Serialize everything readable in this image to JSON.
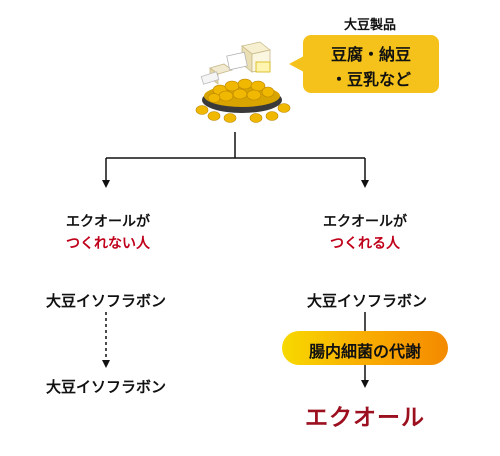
{
  "callout": {
    "title": "大豆製品",
    "line1": "豆腐・納豆",
    "line2": "・豆乳など",
    "color": "#f4c21a"
  },
  "left_branch": {
    "line1": "エクオールが",
    "line2": "つくれない人",
    "isoflavone_top": "大豆イソフラボン",
    "isoflavone_bottom": "大豆イソフラボン"
  },
  "right_branch": {
    "line1": "エクオールが",
    "line2": "つくれる人",
    "isoflavone_top": "大豆イソフラボン",
    "process": "腸内細菌の代謝",
    "result": "エクオール"
  },
  "colors": {
    "red_text": "#c0001a",
    "result_text": "#9b0f1e",
    "pill_gradient": [
      "#f7d900",
      "#f9b100",
      "#f48a00"
    ]
  },
  "icons": {
    "soybean": "soybean-bowl-illustration"
  }
}
